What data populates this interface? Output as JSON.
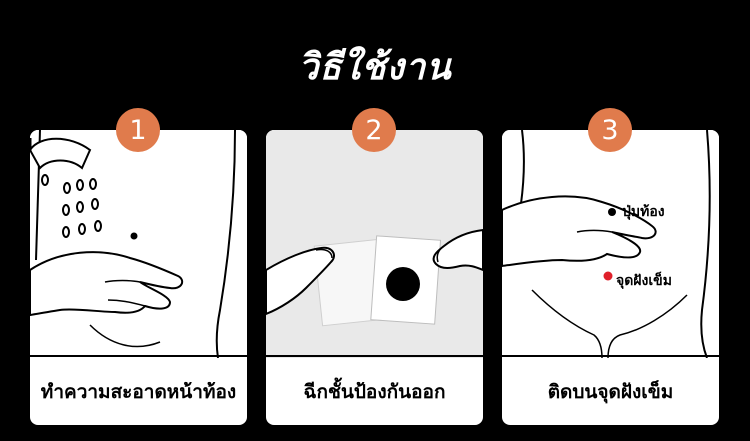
{
  "title": "วิธีใช้งาน",
  "steps": [
    {
      "number": "1",
      "caption": "ทำความสะอาดหน้าท้อง"
    },
    {
      "number": "2",
      "caption": "ฉีกชั้นป้องกันออก"
    },
    {
      "number": "3",
      "caption": "ติดบนจุดฝังเข็ม"
    }
  ],
  "points": {
    "navel": "ปุ่มท้อง",
    "acupoint": "จุดฝังเข็ม"
  },
  "colors": {
    "badge": "#e07b4c",
    "acupoint": "#e0202a",
    "background": "#000000"
  }
}
